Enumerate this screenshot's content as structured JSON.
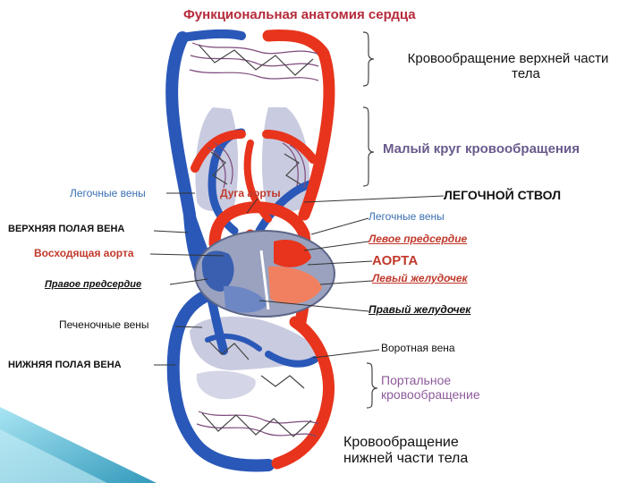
{
  "title": "Функциональная анатомия сердца",
  "labels": {
    "upper_circulation_1": "Кровообращение верхней части",
    "upper_circulation_2": "тела",
    "pulmonary_circulation": "Малый круг кровообращения",
    "pulmonary_veins_left": "Легочные вены",
    "aortic_arch": "Дуга аорты",
    "pulmonary_trunk": "ЛЕГОЧНОЙ СТВОЛ",
    "pulmonary_veins_right": "Легочные вены",
    "superior_vena_cava": "ВЕРХНЯЯ ПОЛАЯ ВЕНА",
    "left_atrium": "Левое предсердие",
    "ascending_aorta": "Восходящая аорта",
    "aorta": "АОРТА",
    "left_ventricle": "Левый желудочек",
    "right_atrium": "Правое предсердие",
    "right_ventricle": "Правый желудочек",
    "hepatic_veins": "Печеночные вены",
    "portal_vein": "Воротная вена",
    "inferior_vena_cava": "НИЖНЯЯ ПОЛАЯ ВЕНА",
    "portal_circulation_1": "Портальное",
    "portal_circulation_2": "кровообращение",
    "lower_circulation_1": "Кровообращение",
    "lower_circulation_2": "нижней части тела"
  },
  "colors": {
    "arterial": "#e8341c",
    "venous": "#2a58b8",
    "organ": "#c9cbe0",
    "title": "#b52a3a",
    "accent_purple": "#6a5a8c",
    "slide_teal": "#36a9c9"
  }
}
